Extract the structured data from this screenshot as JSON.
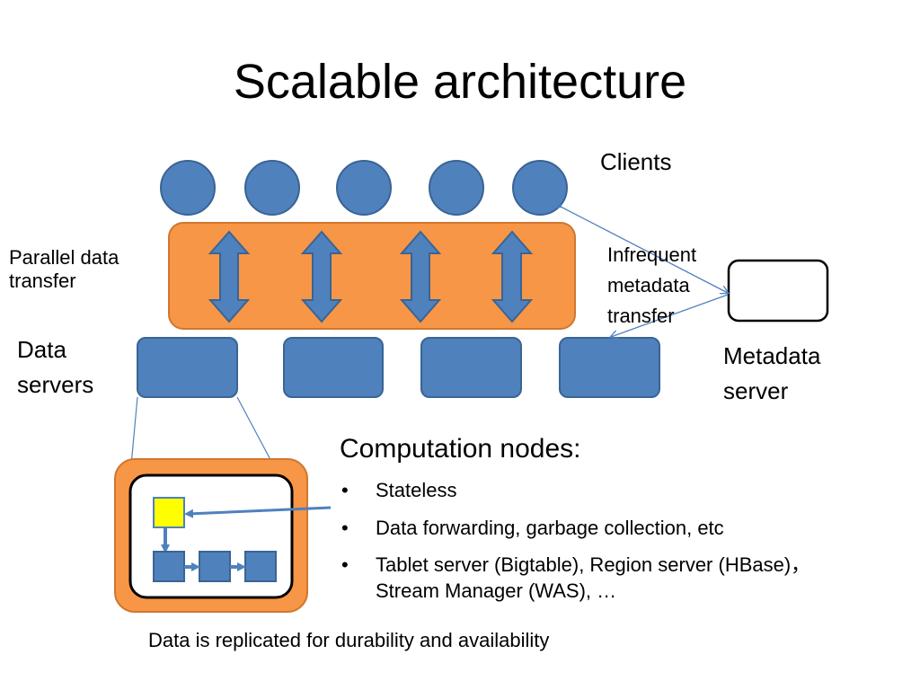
{
  "slide": {
    "title": "Scalable architecture"
  },
  "labels": {
    "clients": "Clients",
    "parallel_transfer_line1": "Parallel data",
    "parallel_transfer_line2": "transfer",
    "infrequent_line1": "Infrequent",
    "infrequent_line2": "metadata",
    "infrequent_line3": "transfer",
    "data_servers_line1": "Data",
    "data_servers_line2": "servers",
    "metadata_server_line1": "Metadata",
    "metadata_server_line2": "server",
    "replication_note": "Data is replicated for durability and availability"
  },
  "computation": {
    "heading": "Computation nodes:",
    "bullet_char": "•",
    "items": [
      "Stateless",
      "Data forwarding, garbage collection, etc",
      "Tablet server (Bigtable), Region server (HBase)，",
      "Stream Manager (WAS), …"
    ]
  },
  "colors": {
    "node_blue": "#4f81bd",
    "node_stroke": "#3a6494",
    "orange_band": "#f79646",
    "orange_stroke": "#d0772f",
    "yellow_block": "#ffff00"
  }
}
